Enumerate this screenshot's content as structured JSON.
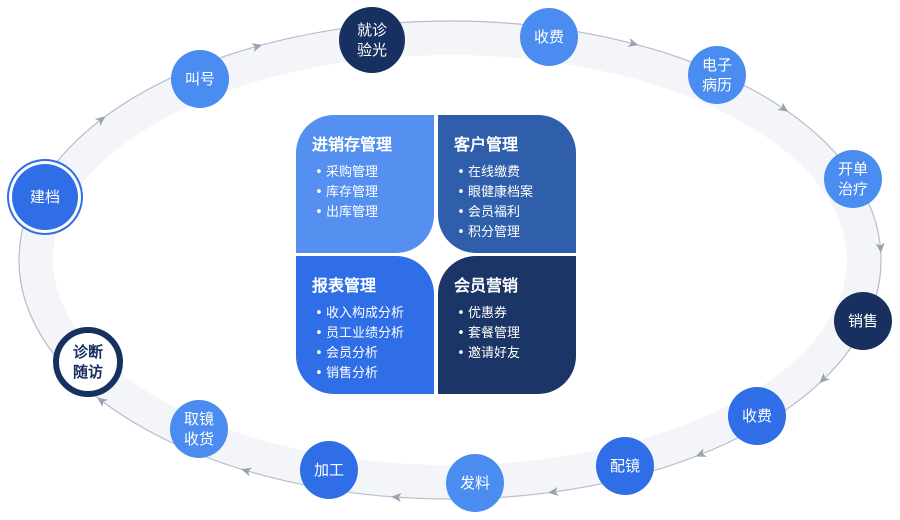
{
  "flow": {
    "steps": [
      {
        "label": "就诊验光"
      },
      {
        "label": "收费"
      },
      {
        "label": "电子病历"
      },
      {
        "label": "开单治疗"
      },
      {
        "label": "销售"
      },
      {
        "label": "收费"
      },
      {
        "label": "配镜"
      },
      {
        "label": "发料"
      },
      {
        "label": "加工"
      },
      {
        "label": "取镜收货"
      },
      {
        "label": "诊断随访"
      },
      {
        "label": "建档"
      },
      {
        "label": "叫号"
      }
    ]
  },
  "modules": [
    {
      "title": "进销存管理",
      "items": [
        "采购管理",
        "库存管理",
        "出库管理"
      ]
    },
    {
      "title": "客户管理",
      "items": [
        "在线缴费",
        "眼健康档案",
        "会员福利",
        "积分管理"
      ]
    },
    {
      "title": "报表管理",
      "items": [
        "收入构成分析",
        "员工业绩分析",
        "会员分析",
        "销售分析"
      ]
    },
    {
      "title": "会员营销",
      "items": [
        "优惠券",
        "套餐管理",
        "邀请好友"
      ]
    }
  ],
  "colors": {
    "navy": "#17305f",
    "blue": "#2f6ee6",
    "light_blue": "#4a8cf0",
    "ring": "#f3f5f8",
    "arrow": "#9aa3b2"
  }
}
